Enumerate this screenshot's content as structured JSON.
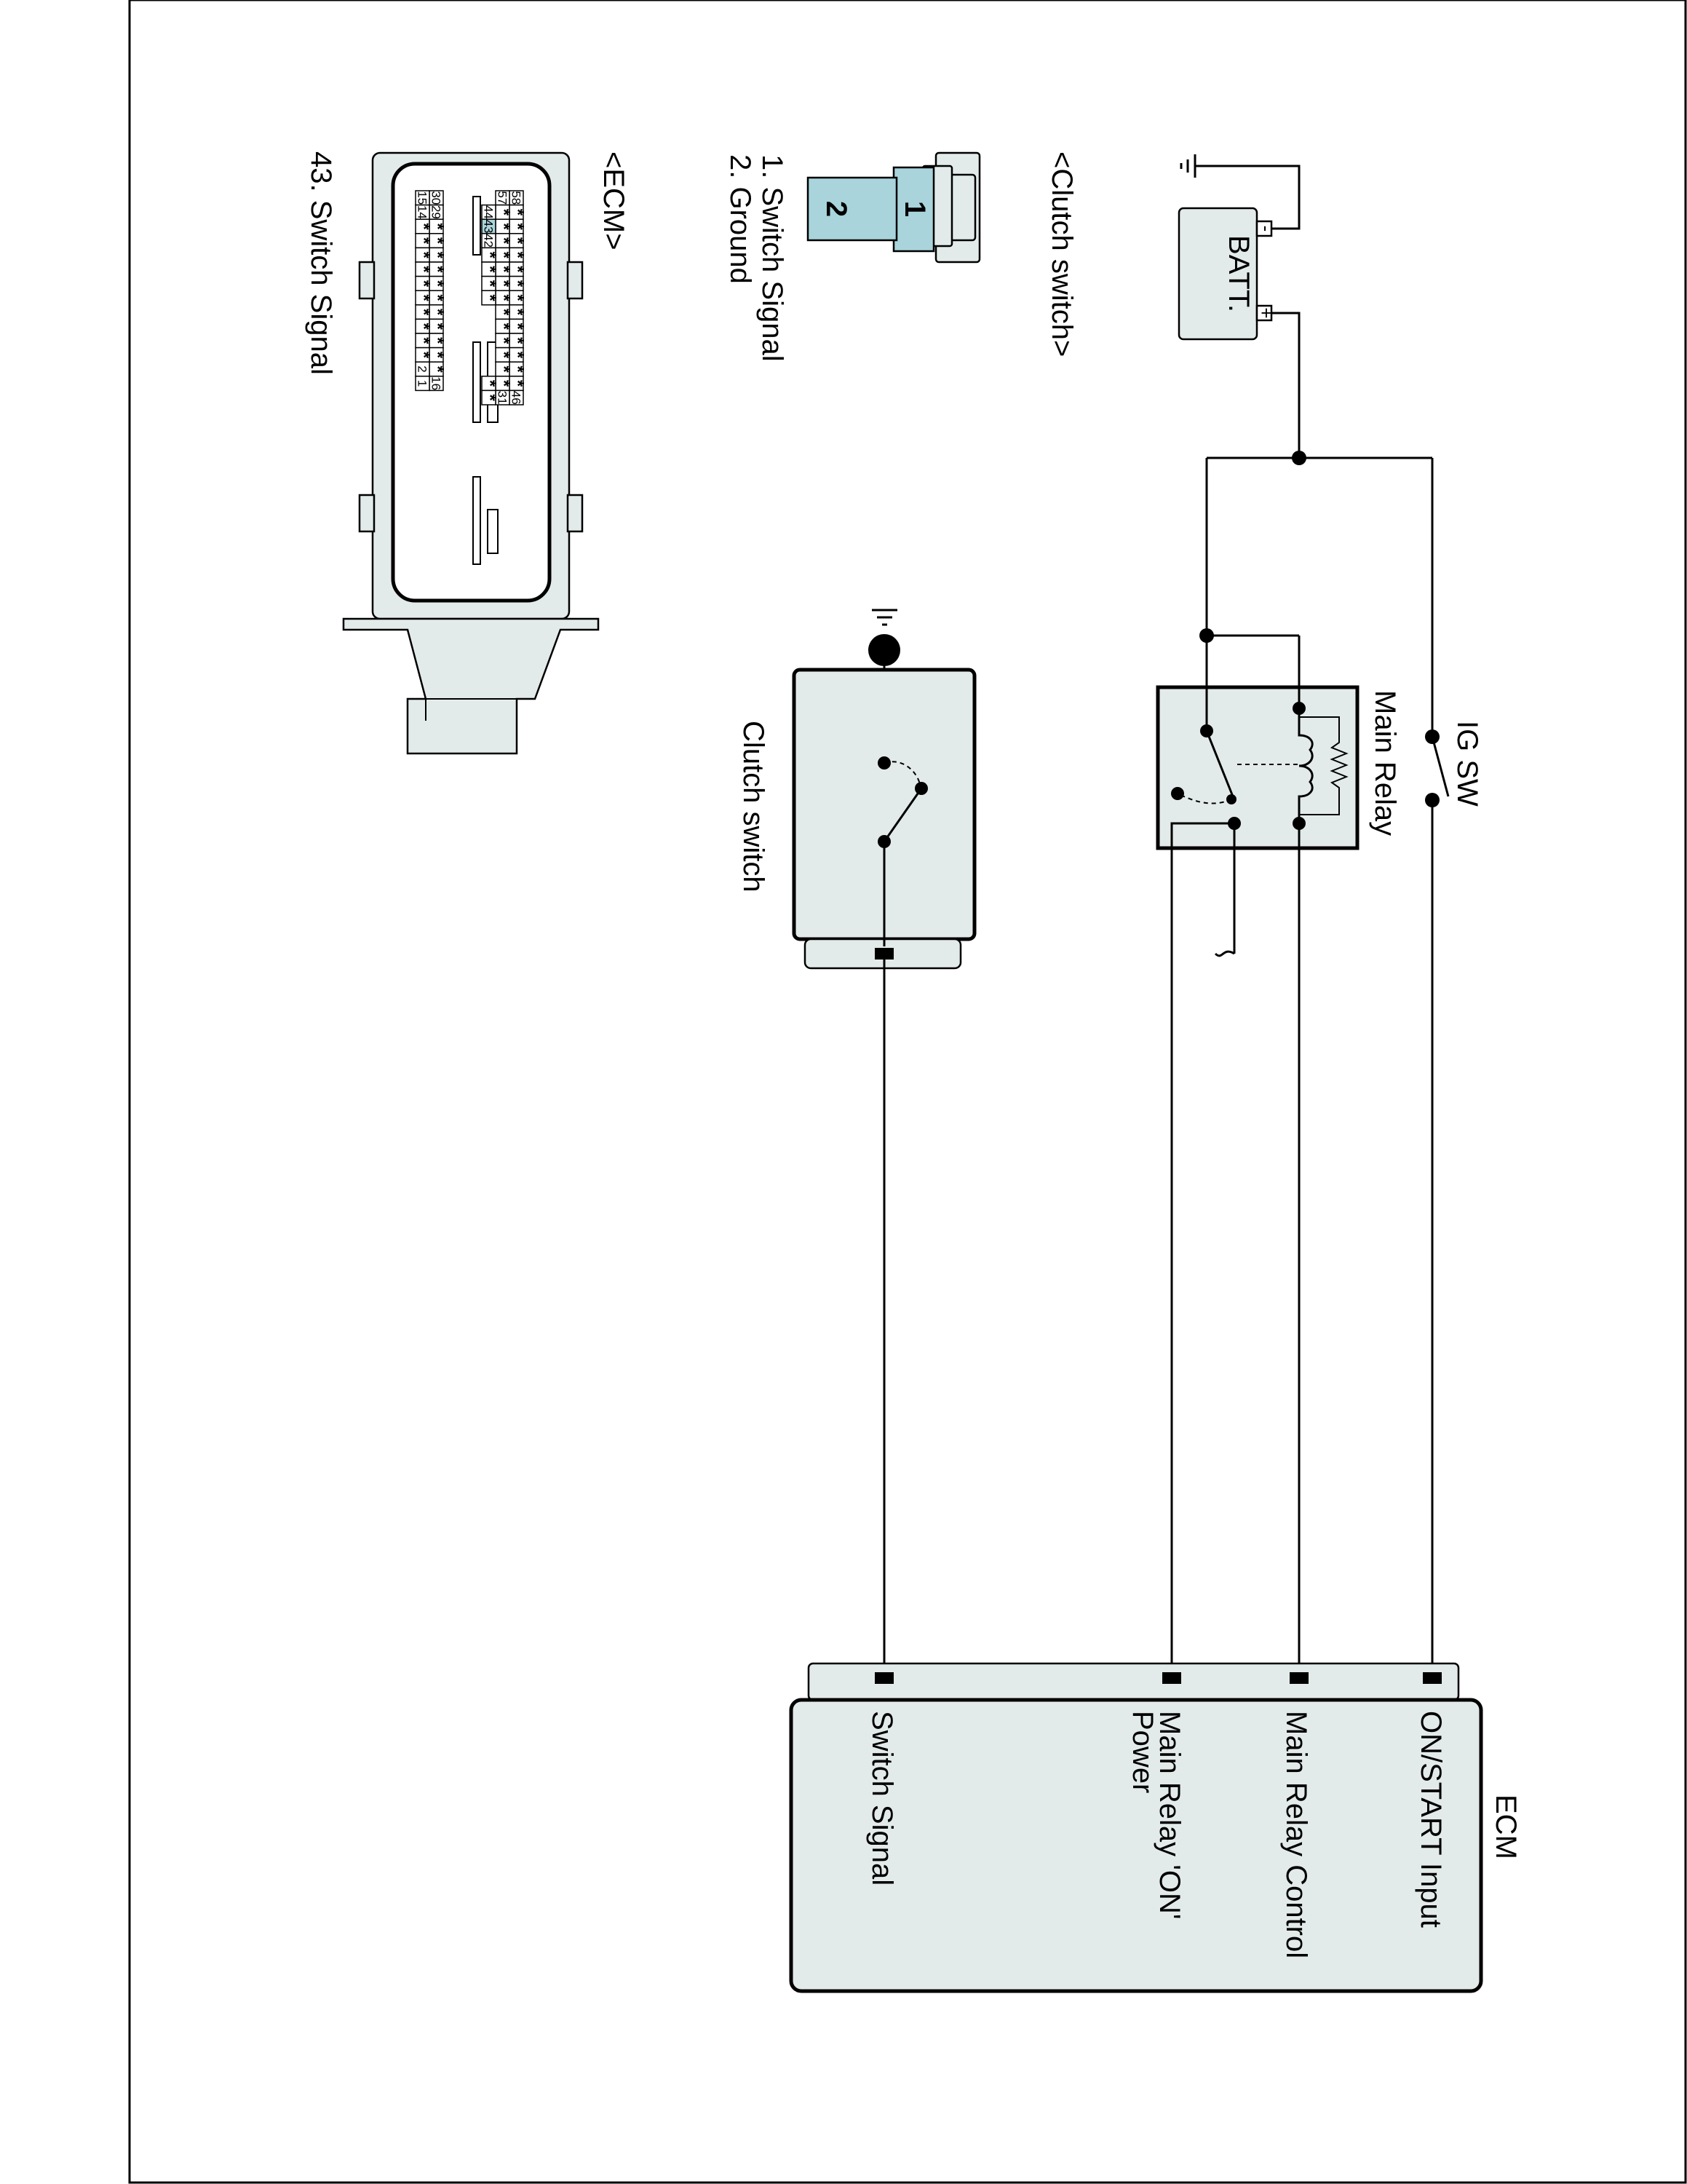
{
  "colors": {
    "body_fill": "#e3ebea",
    "terminal_fill": "#a9d4dc",
    "line": "#000000"
  },
  "labels": {
    "batt": "BATT.",
    "batt_minus": "-",
    "batt_plus": "+",
    "ig_sw": "IG SW",
    "main_relay": "Main Relay",
    "clutch_switch": "Clutch switch"
  },
  "ecm": {
    "title": "ECM",
    "pins": [
      {
        "label": "ON/START Input"
      },
      {
        "label": "Main Relay Control"
      },
      {
        "label_line1": "Main Relay 'ON'",
        "label_line2": "Power"
      },
      {
        "label": "Switch Signal"
      }
    ]
  },
  "connector_clutch": {
    "title": "<Clutch switch>",
    "terminals": [
      "1",
      "2"
    ],
    "legend": [
      "1. Switch Signal",
      "2. Ground"
    ]
  },
  "connector_ecm": {
    "title": "<ECM>",
    "legend": [
      "43. Switch Signal"
    ],
    "highlight_pin": "43",
    "upper_block": {
      "col1": [
        "*",
        "*",
        "*",
        "*",
        "*",
        "*",
        "*",
        "*",
        "*",
        "*",
        "*",
        "*",
        "*",
        "46"
      ],
      "col2": [
        "*",
        "*",
        "*",
        "*",
        "*",
        "*",
        "*",
        "*",
        "*",
        "*",
        "*",
        "*",
        "*",
        "31"
      ],
      "col1_top": "58",
      "col2_top": "57",
      "col3": [
        "44",
        "43",
        "42"
      ]
    },
    "lower_block": {
      "row1": [
        "30",
        "29",
        "*",
        "*",
        "*",
        "*",
        "*",
        "*",
        "*",
        "*",
        "*",
        "*",
        "*",
        "16"
      ],
      "row2": [
        "15",
        "14",
        "*",
        "*",
        "*",
        "*",
        "*",
        "*",
        "*",
        "*",
        "*",
        "*",
        "2",
        "1"
      ]
    }
  }
}
